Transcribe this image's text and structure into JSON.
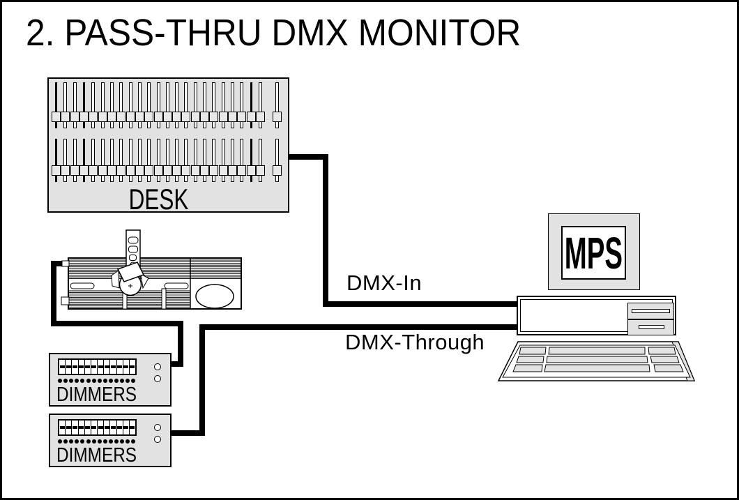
{
  "title": "2. PASS-THRU DMX MONITOR",
  "colors": {
    "background": "#FFFFFF",
    "line": "#000000",
    "panel_gray": "#E2E2E2"
  },
  "desk": {
    "label": "DESK",
    "rows": 2,
    "main_faders": 23,
    "separate_faders": 1,
    "solid_track_indices": [
      0,
      3,
      21
    ]
  },
  "dimmers": {
    "label": "DIMMERS",
    "units": 2,
    "slider_cells": 12,
    "dots": 14,
    "indicator_leds": 2
  },
  "computer": {
    "monitor_label": "MPS"
  },
  "labels": {
    "dmx_in": "DMX-In",
    "dmx_through": "DMX-Through"
  },
  "icons": {
    "scanner": "moving-mirror-scanner-fixture",
    "keyboard": "computer-keyboard",
    "cables": [
      "desk-to-monitor-dmx-in",
      "monitor-dmx-through-to-dimmer",
      "scanner-to-dimmer"
    ]
  }
}
